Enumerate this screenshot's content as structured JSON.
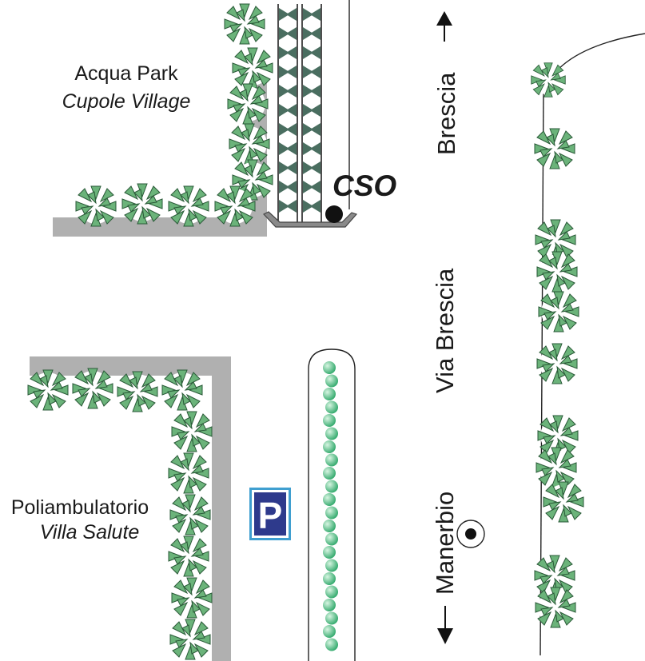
{
  "places": {
    "acqua_park": {
      "name": "Acqua Park",
      "subtitle": "Cupole Village"
    },
    "poliambulatorio": {
      "name": "Poliambulatorio",
      "subtitle": "Villa Salute"
    },
    "cso": {
      "label": "CSO"
    }
  },
  "roads": {
    "brescia": "Brescia",
    "via_brescia": "Via Brescia",
    "manerbio": "Manerbio"
  },
  "parking": {
    "letter": "P",
    "color": "#2e3a8c",
    "frame": "#3f9fd0"
  },
  "colors": {
    "hedge_fill": "#6bb37a",
    "hedge_stroke": "#2a5a38",
    "wall": "#b0b0b0",
    "bead": "#2fa86a",
    "fence": "#4a6e60"
  }
}
